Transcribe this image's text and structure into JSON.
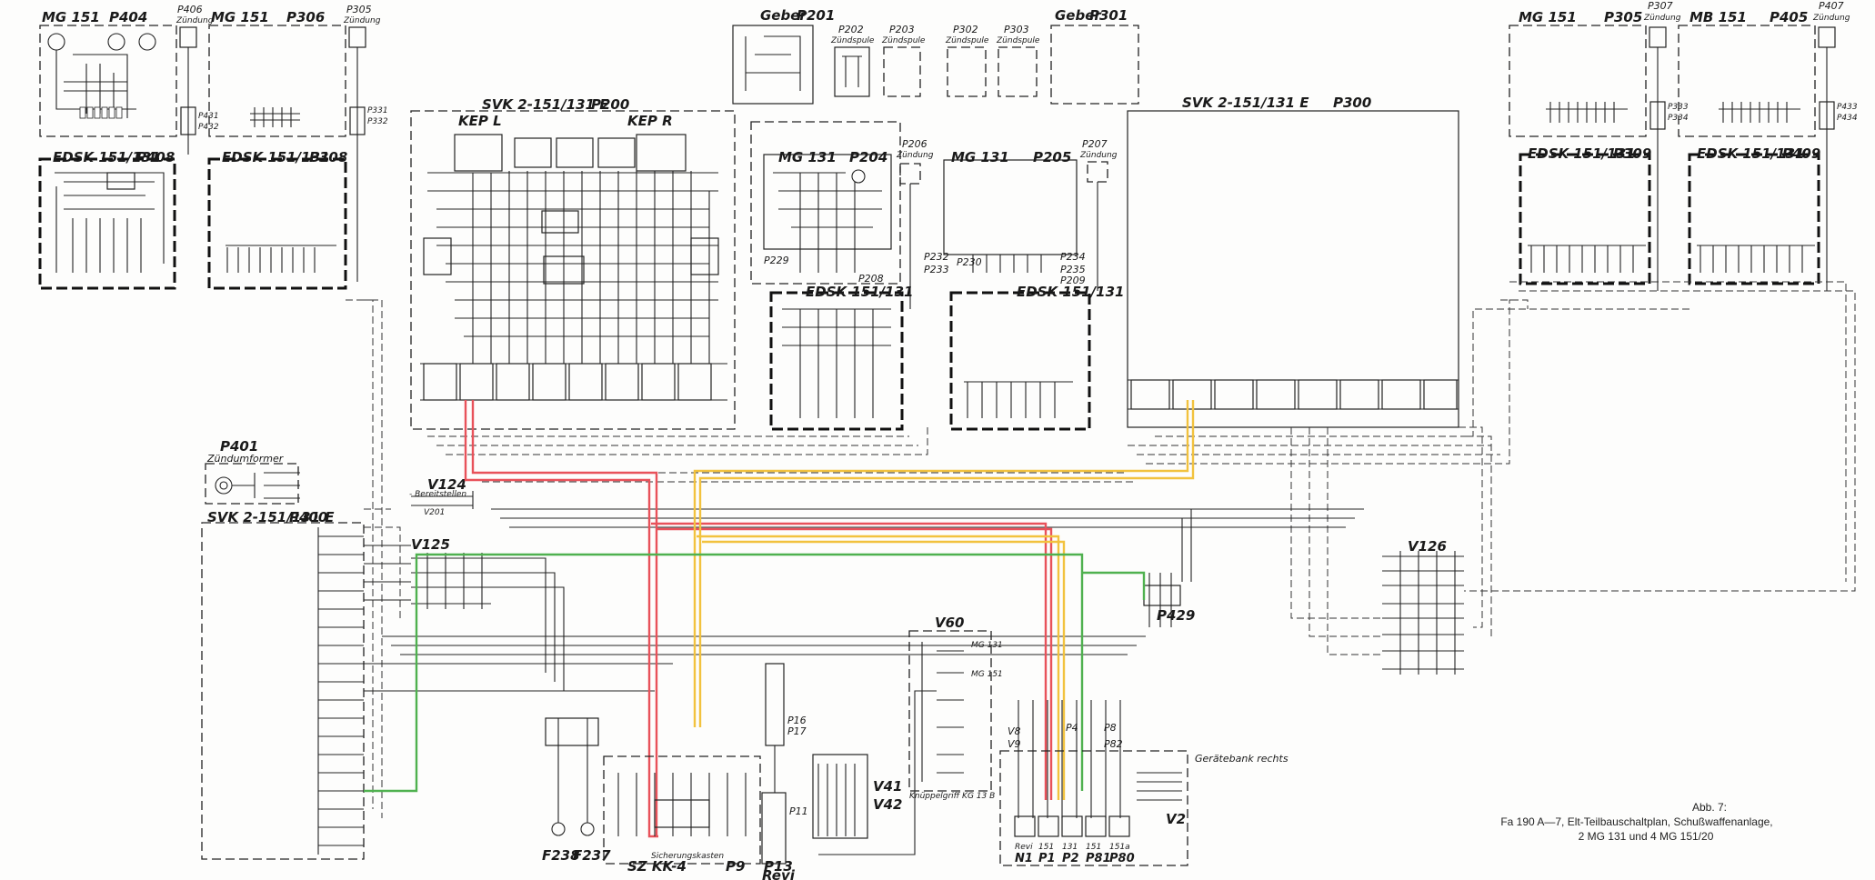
{
  "colors": {
    "background": "#fdfdfc",
    "ink": "#1a1a1a",
    "red": "#e8525a",
    "yellow": "#f2c23e",
    "green": "#4fb14f"
  },
  "left": {
    "mg151_a": "MG 151",
    "p404": "P404",
    "p406": "P406",
    "p406_sub": "Zündung",
    "mg151_b": "MG 151",
    "p306": "P306",
    "p305_top": "P305",
    "p305_sub": "Zündung",
    "p431": "P431",
    "p432": "P432",
    "p331": "P331",
    "p332": "P332",
    "edsk_a": "EDSK 151/131",
    "p408": "P408",
    "edsk_b": "EDSK 151/131",
    "p308": "P308",
    "p401": "P401",
    "p401_sub": "Zündumformer",
    "svk": "SVK 2-151/131 E",
    "p400": "P400"
  },
  "center": {
    "geber": "Geber",
    "p201": "P201",
    "p202": "P202",
    "p202_sub": "Zündspule",
    "p203": "P203",
    "p203_sub": "Zündspule",
    "svk": "SVK 2-151/131 E",
    "p200": "P200",
    "kep_l": "KEP L",
    "kep_r": "KEP R",
    "mg131": "MG 131",
    "p204": "P204",
    "p206": "P206",
    "p206_sub": "Zündung",
    "p229": "P229",
    "p208": "P208",
    "p232": "P232",
    "p233": "P233",
    "edsk": "EDSK 151/131",
    "v124": "V124",
    "v124_sub": "- Bereitstellen",
    "v201": "V201",
    "v125": "V125"
  },
  "mid_right": {
    "p302": "P302",
    "p302_sub": "Zündspule",
    "p303": "P303",
    "p303_sub": "Zündspule",
    "geber": "Geber",
    "p301": "P301",
    "mg131": "MG 131",
    "p205": "P205",
    "p207": "P207",
    "p207_sub": "Zündung",
    "p230": "P230",
    "p234": "P234",
    "p235": "P235",
    "p209": "P209",
    "edsk": "EDSK 151/131",
    "svk": "SVK 2-151/131 E",
    "p300": "P300"
  },
  "right": {
    "mg151_a": "MG 151",
    "p305": "P305",
    "p307": "P307",
    "p307_sub": "Zündung",
    "mg151_b": "MB 151",
    "p405": "P405",
    "p407": "P407",
    "p407_sub": "Zündung",
    "p333": "P333",
    "p334": "P334",
    "p433": "P433",
    "p434": "P434",
    "edsk_a": "EDSK 151/131",
    "p309": "P309",
    "edsk_b": "EDSK 151/131",
    "p409": "P409",
    "v126": "V126"
  },
  "bottom": {
    "f238": "F238",
    "f237": "F237",
    "szkk": "SZ KK-4",
    "p9": "P9",
    "sicherungskasten": "Sicherungskasten",
    "p16": "P16",
    "p17": "P17",
    "p11": "P11",
    "p13": "P13",
    "revi": "Revi",
    "v41": "V41",
    "v42": "V42",
    "v60": "V60",
    "v60_mg131": "MG 131",
    "v60_mg151": "MG 151",
    "knueppelgriff": "Knüppelgriff KG 13 B",
    "p429": "P429",
    "v8": "V8",
    "v9": "V9",
    "p4": "P4",
    "p8": "P8",
    "p82": "P82",
    "geraetebank": "Gerätebank rechts",
    "v2": "V2",
    "bank_cols": [
      "Revi",
      "151",
      "131",
      "151",
      "151a"
    ],
    "bank_pins": [
      "N1",
      "P1",
      "P2",
      "P81",
      "P80"
    ]
  },
  "caption": {
    "line1": "Abb. 7:",
    "line2": "Fa 190 A—7, Elt-Teilbauschaltplan, Schußwaffenanlage,",
    "line3": "2 MG 131 und 4 MG 151/20"
  }
}
